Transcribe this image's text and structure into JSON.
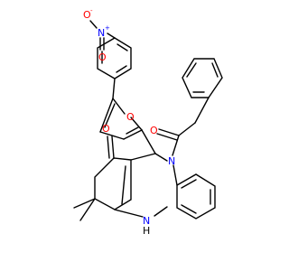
{
  "molecule": {
    "colors": {
      "bond": "#000000",
      "nitrogen": "#0000ff",
      "oxygen": "#ff0000",
      "hydrogen_text": "#000000"
    },
    "labels": {
      "nitro_o_top": "O",
      "nitro_o_top_charge": "-",
      "nitro_n": "N",
      "nitro_n_charge": "+",
      "nitro_o_bottom": "O",
      "furan_o": "O",
      "acyl_o": "O",
      "ring_n": "N",
      "ketone_o": "O",
      "nh_n": "N",
      "nh_h": "H"
    }
  }
}
